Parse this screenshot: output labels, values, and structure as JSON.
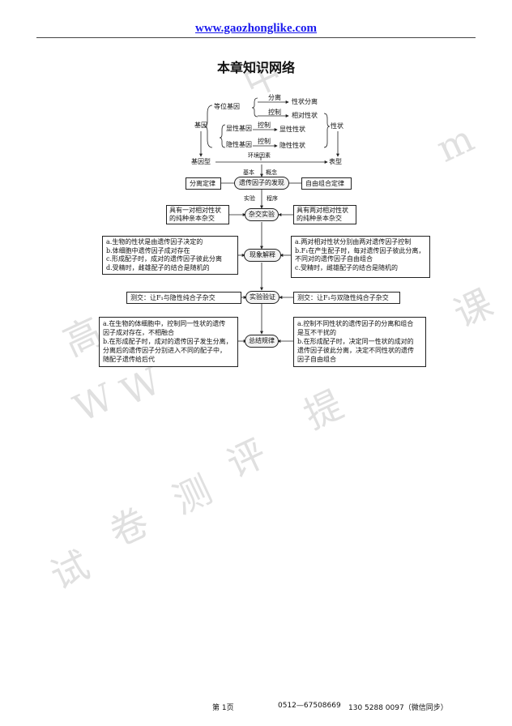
{
  "header": {
    "site_link": "www.gaozhonglike.com"
  },
  "title": "本章知识网络",
  "top_diagram": {
    "jiyin": "基因",
    "dengwei": "等位基因",
    "xianxing": "显性基因",
    "yinxing": "隐性基因",
    "fenli": "分离",
    "kongzhi1": "控制",
    "kongzhi2": "控制",
    "kongzhi3": "控制",
    "xingzhuang_fenli": "性状分离",
    "xiangdui": "相对性状",
    "xianxing_xz": "显性性状",
    "yinxing_xz": "隐性性状",
    "xingzhuang": "性状",
    "jiyinxing": "基因型",
    "huanjing": "环境因素",
    "biaoxing": "表型"
  },
  "concept_row": {
    "jiben": "基本",
    "gainian": "概念",
    "left_box": "分离定律",
    "center": "遗传因子的发现",
    "right_box": "自由组合定律",
    "shiyan": "实验",
    "chengxu": "程序"
  },
  "hybrid": {
    "left": [
      "具有一对相对性状",
      "的纯种亲本杂交"
    ],
    "center": "杂交实验",
    "right": [
      "具有两对相对性状",
      "的纯种亲本杂交"
    ]
  },
  "explain": {
    "center": "现象解释",
    "left": [
      "a.生物的性状是由遗传因子决定的",
      "b.体细胞中遗传因子成对存在",
      "c.形成配子时，成对的遗传因子彼此分离",
      "d.受精时，雌雄配子的结合是随机的"
    ],
    "right": [
      "a.两对相对性状分别由两对遗传因子控制",
      "b.F₁在产生配子时，每对遗传因子彼此分离，",
      "不同对的遗传因子自由组合",
      "c.受精时，雌雄配子的结合是随机的"
    ]
  },
  "verify": {
    "center": "实验验证",
    "left": "测交：让F₁与隐性纯合子杂交",
    "right": "测交：让F₁与双隐性纯合子杂交"
  },
  "summary": {
    "center": "总结规律",
    "left": [
      "a.在生物的体细胞中，控制同一性状的遗传",
      "因子成对存在，不相融合",
      "b.在形成配子时，成对的遗传因子发生分离，",
      "分离后的遗传因子分别进入不同的配子中，",
      "随配子遗传给后代"
    ],
    "right": [
      "a.控制不同性状的遗传因子的分离和组合",
      "是互不干扰的",
      "b.在形成配子时，决定同一性状的成对的",
      "遗传因子彼此分离，决定不同性状的遗传",
      "因子自由组合"
    ]
  },
  "watermark": [
    "高",
    "中",
    "课",
    "m",
    "试",
    "卷",
    "测",
    "评",
    "提",
    "W",
    "W"
  ],
  "footer": {
    "page": "第 1页",
    "phone": "0512—67508669",
    "mobile": "130 5288 0097（微信同步）"
  }
}
